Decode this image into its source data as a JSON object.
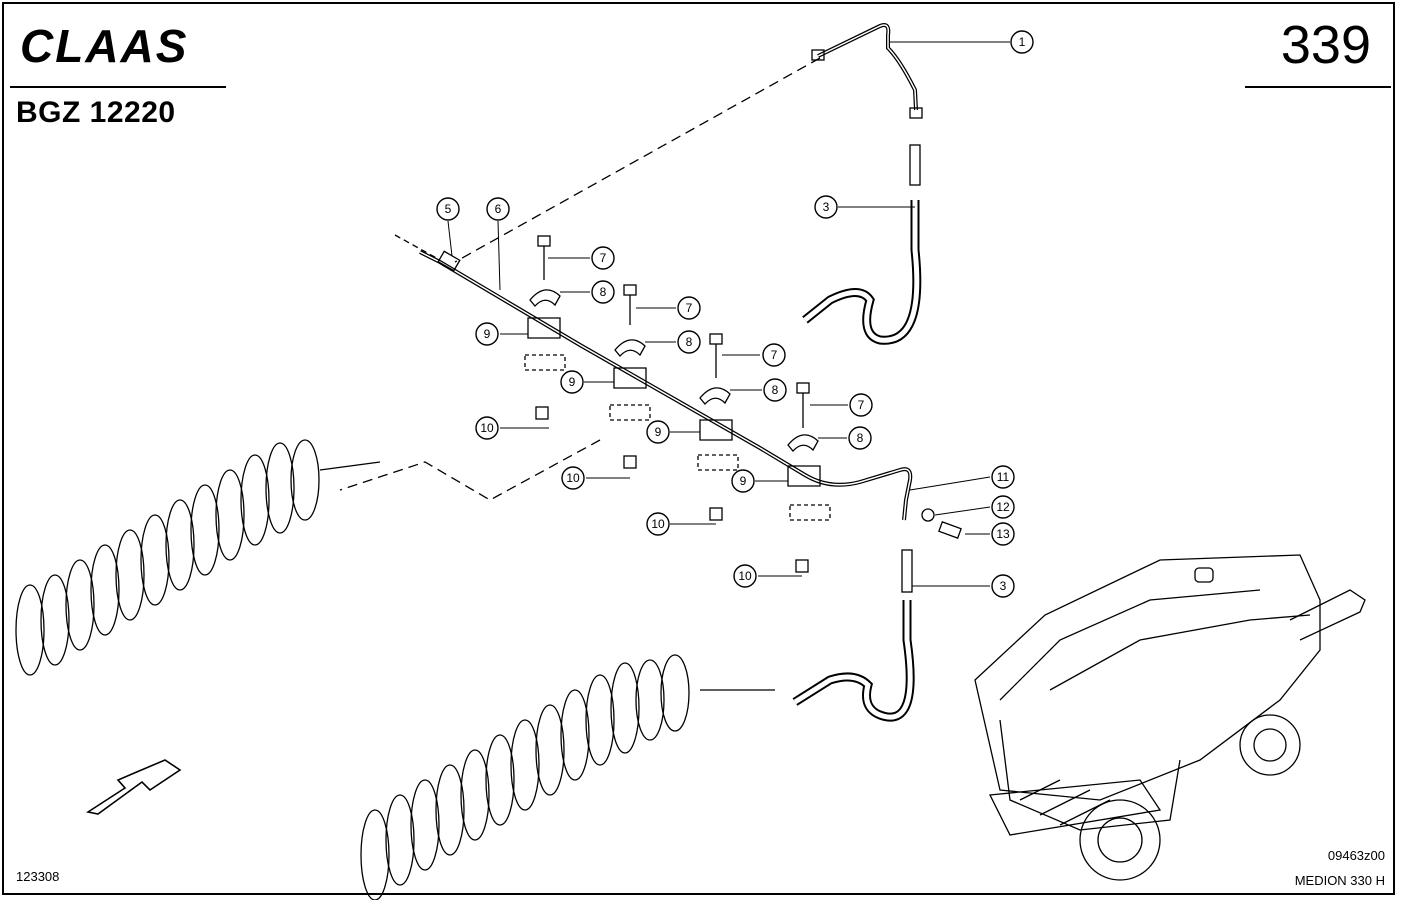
{
  "header": {
    "brand": "CLAAS",
    "doc_code": "BGZ 12220",
    "page_number": "339"
  },
  "footer": {
    "image_ref": "123308",
    "drawing_ref": "09463z00",
    "model": "MEDION 330 H"
  },
  "callouts": [
    {
      "label": "1"
    },
    {
      "label": "3"
    },
    {
      "label": "5"
    },
    {
      "label": "6"
    },
    {
      "label": "7"
    },
    {
      "label": "8"
    },
    {
      "label": "9"
    },
    {
      "label": "7"
    },
    {
      "label": "8"
    },
    {
      "label": "10"
    },
    {
      "label": "9"
    },
    {
      "label": "7"
    },
    {
      "label": "8"
    },
    {
      "label": "10"
    },
    {
      "label": "9"
    },
    {
      "label": "7"
    },
    {
      "label": "8"
    },
    {
      "label": "10"
    },
    {
      "label": "9"
    },
    {
      "label": "11"
    },
    {
      "label": "12"
    },
    {
      "label": "13"
    },
    {
      "label": "10"
    },
    {
      "label": "3"
    }
  ]
}
